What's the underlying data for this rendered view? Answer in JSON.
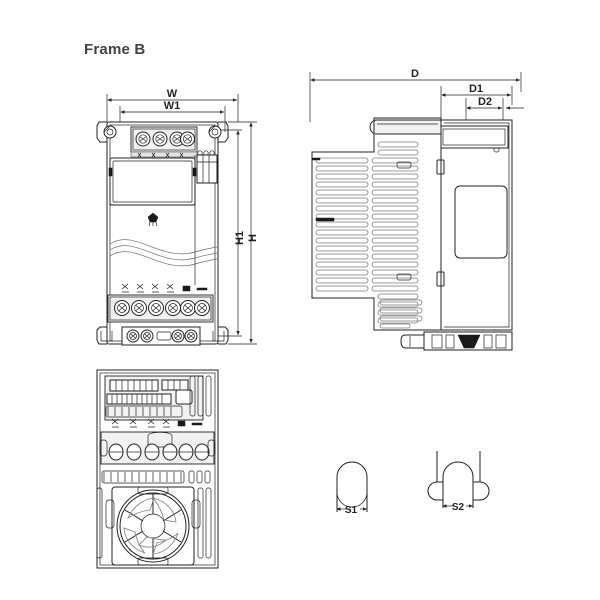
{
  "page": {
    "title": "Frame B",
    "background_color": "#ffffff",
    "line_color": "#231f20",
    "title_color": "#404248"
  },
  "drawing": {
    "type": "mechanical-dimension-drawing",
    "subject": "variable-frequency-drive-enclosure",
    "views": [
      {
        "name": "front-view",
        "label": ""
      },
      {
        "name": "side-view",
        "label": ""
      },
      {
        "name": "bottom-view",
        "label": ""
      },
      {
        "name": "mounting-hole-detail",
        "label": ""
      }
    ]
  },
  "dimensions": {
    "front": [
      {
        "id": "W",
        "label": "W",
        "orientation": "horizontal",
        "note": "overall width"
      },
      {
        "id": "W1",
        "label": "W1",
        "orientation": "horizontal",
        "note": "mounting hole span width"
      },
      {
        "id": "H",
        "label": "H",
        "orientation": "vertical",
        "note": "overall height"
      },
      {
        "id": "H1",
        "label": "H1",
        "orientation": "vertical",
        "note": "mounting hole span height"
      }
    ],
    "side": [
      {
        "id": "D",
        "label": "D",
        "orientation": "horizontal",
        "note": "overall depth"
      },
      {
        "id": "D1",
        "label": "D1",
        "orientation": "horizontal",
        "note": "body depth"
      },
      {
        "id": "D2",
        "label": "D2",
        "orientation": "horizontal",
        "note": "front cover depth"
      }
    ]
  },
  "mounting_holes": [
    {
      "id": "S1",
      "label": "S1",
      "shape": "keyhole-round-top-slot",
      "note": "upper mounting hole"
    },
    {
      "id": "S2",
      "label": "S2",
      "shape": "slot-with-side-hooks",
      "note": "lower mounting slot"
    }
  ],
  "front_view": {
    "top_terminal_count": 4,
    "bottom_terminal_count": 6,
    "ground_terminal_count": 4,
    "keypad_panel": true,
    "mounting_hole_positions": [
      "top-left",
      "top-right",
      "bottom-left",
      "bottom-right"
    ]
  },
  "side_view": {
    "heatsink_fin_rows": 22,
    "has_connector_port": true,
    "has_label_plate": true
  },
  "bottom_view": {
    "has_cooling_fan": true,
    "fan_blade_count": 5,
    "control_terminal_rows": 2,
    "has_rj45_port": true,
    "power_terminal_count": 6
  }
}
